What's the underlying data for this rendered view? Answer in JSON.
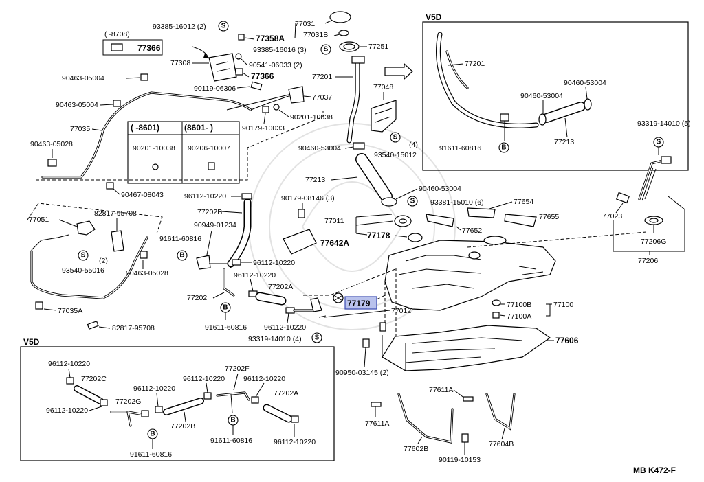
{
  "diagram": {
    "code": "MB  K472-F",
    "highlighted_part": "77179",
    "v5d_top_title": "V5D",
    "v5d_bottom_title": "V5D",
    "table": {
      "col1_header": "(      -8601)",
      "col2_header": "(8601-         )",
      "col1_value": "90201-10038",
      "col2_value": "90206-10007"
    },
    "labels": {
      "l93385_16012": "93385-16012 (2)",
      "l8708": "(      -8708)",
      "l77366a": "77366",
      "l77358a": "77358A",
      "l93385_16016": "93385-16016 (3)",
      "l77308": "77308",
      "l90541": "90541-06033 (2)",
      "l77366b": "77366",
      "l90119_06306": "90119-06306",
      "l77037": "77037",
      "l90463_a": "90463-05004",
      "l90463_b": "90463-05004",
      "l77035": "77035",
      "l90463_05028": "90463-05028",
      "l90179_10033": "90179-10033",
      "l90201_10038": "90201-10038",
      "l90467": "90467-08043",
      "l77031": "77031",
      "l77031b": "77031B",
      "l77251": "77251",
      "l77201": "77201",
      "l77048": "77048",
      "l90460_a": "90460-53004",
      "l93540_15012": "93540-15012",
      "l4": "(4)",
      "l77213": "77213",
      "l90460_b": "90460-53004",
      "l93381": "93381-15010 (6)",
      "l77654": "77654",
      "l77655": "77655",
      "l77652": "77652",
      "l77011": "77011",
      "l77178": "77178",
      "l77012": "77012",
      "l90179_08146": "90179-08146 (3)",
      "l77642a": "77642A",
      "l96112_a": "96112-10220",
      "l77202b": "77202B",
      "l90949": "90949-01234",
      "l91611_a": "91611-60816",
      "l96112_b": "96112-10220",
      "l96112_c": "96112-10220",
      "l77202a": "77202A",
      "l77202": "77202",
      "l91611_b": "91611-60816",
      "l96112_d": "96112-10220",
      "l93319_a": "93319-14010 (4)",
      "l77051": "77051",
      "l82817_a": "82817-95708",
      "l2": "(2)",
      "l93540_55016": "93540-55016",
      "l90463_05028b": "90463-05028",
      "l77035a": "77035A",
      "l82817_b": "82817-95708",
      "l90950": "90950-03145 (2)",
      "l77100b": "77100B",
      "l77100": "77100",
      "l77100a": "77100A",
      "l77606": "77606",
      "l93319_b": "93319-14010 (5)",
      "l77023": "77023",
      "l77206g": "77206G",
      "l77206": "77206",
      "l77611a_a": "77611A",
      "l77611a_b": "77611A",
      "l77602b": "77602B",
      "l77604b": "77604B",
      "l90119_10153": "90119-10153",
      "v_77201": "77201",
      "v_90460_a": "90460-53004",
      "v_90460_b": "90460-53004",
      "v_91611": "91611-60816",
      "v_77213": "77213",
      "w_96112_a": "96112-10220",
      "w_77202c": "77202C",
      "w_77202g": "77202G",
      "w_96112_b": "96112-10220",
      "w_96112_c": "96112-10220",
      "w_91611_a": "91611-60816",
      "w_96112_d": "96112-10220",
      "w_77202f": "77202F",
      "w_96112_e": "96112-10220",
      "w_77202b": "77202B",
      "w_77202a": "77202A",
      "w_91611_b": "91611-60816",
      "w_96112_f": "96112-10220"
    },
    "symbols": {
      "s": "S",
      "b": "B"
    }
  }
}
